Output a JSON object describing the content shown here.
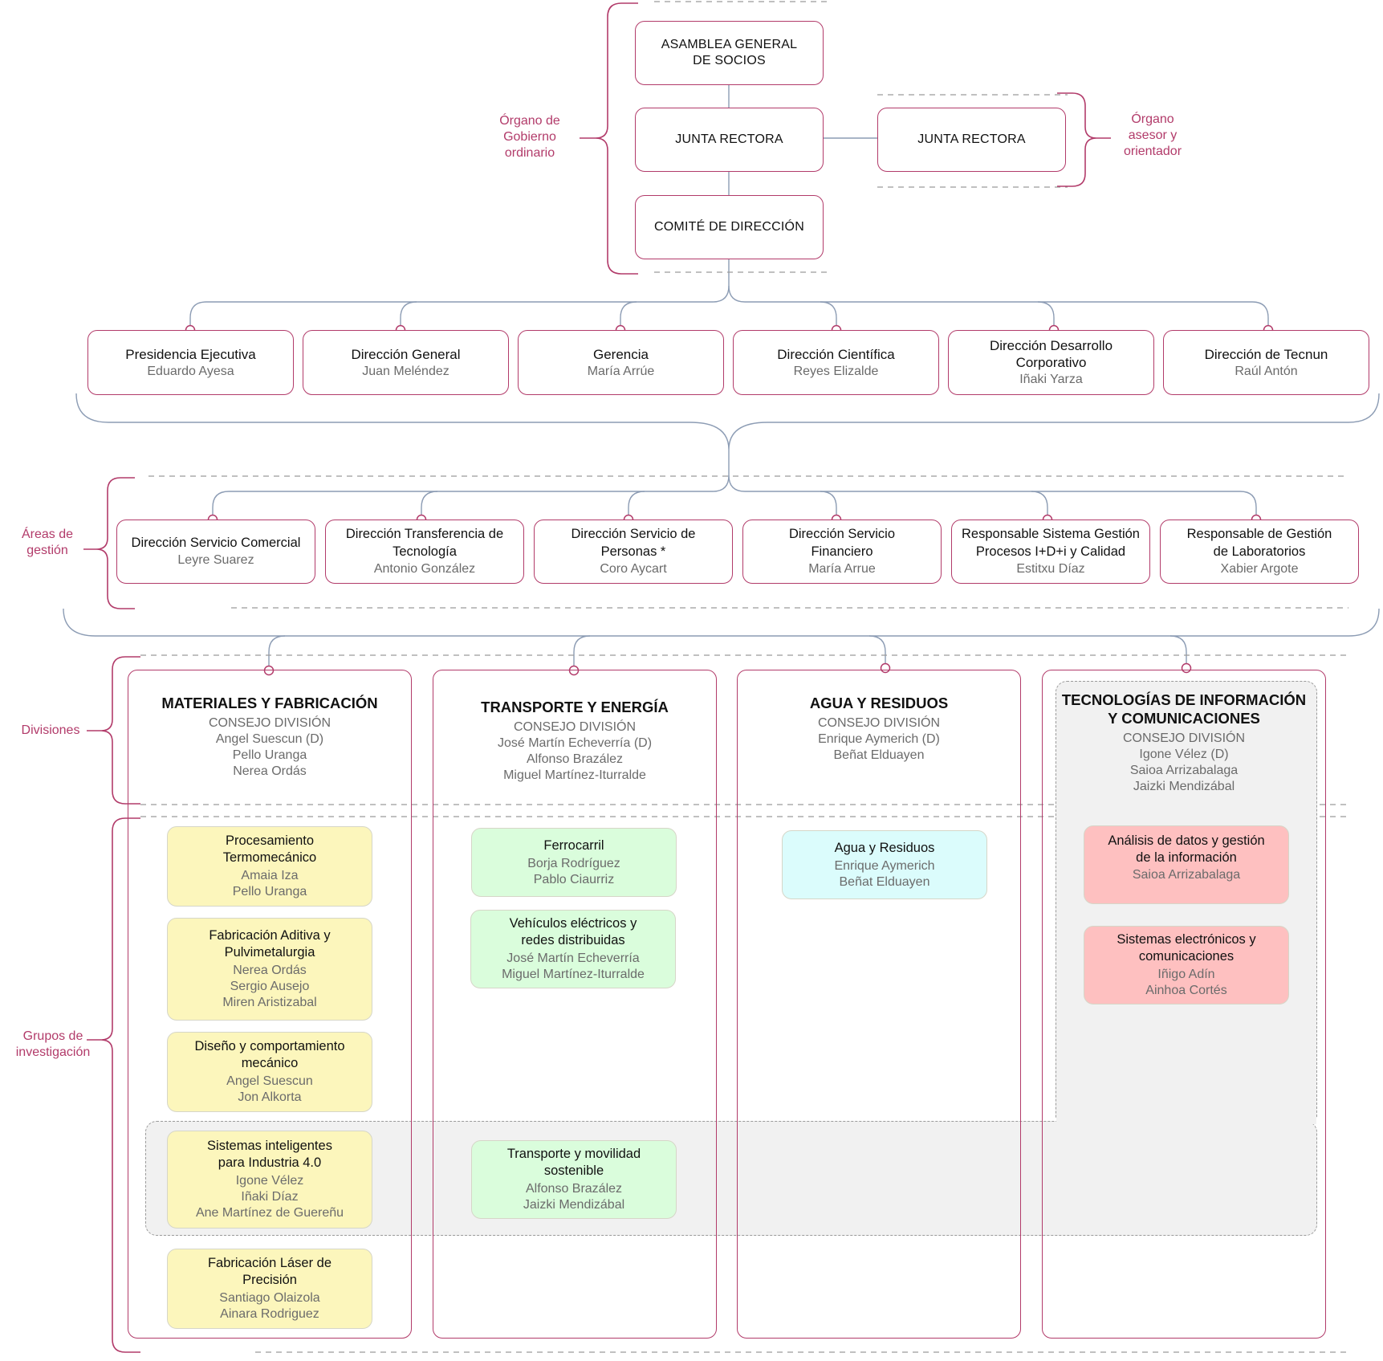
{
  "governance": {
    "asamblea": "ASAMBLEA GENERAL\nDE SOCIOS",
    "junta": "JUNTA RECTORA",
    "junta_asesora": "JUNTA RECTORA",
    "comite": "COMITÉ DE DIRECCIÓN"
  },
  "side_labels": {
    "organo_gobierno": "Órgano de\nGobierno\nordinario",
    "organo_asesor": "Órgano\nasesor y\norientador",
    "areas": "Áreas de\ngestión",
    "divisiones": "Divisiones",
    "grupos": "Grupos de\ninvestigación"
  },
  "directions": [
    {
      "title": "Presidencia Ejecutiva",
      "person": "Eduardo Ayesa"
    },
    {
      "title": "Dirección General",
      "person": "Juan Meléndez"
    },
    {
      "title": "Gerencia",
      "person": "María Arrúe"
    },
    {
      "title": "Dirección Científica",
      "person": "Reyes Elizalde"
    },
    {
      "title": "Dirección Desarrollo\nCorporativo",
      "person": "Iñaki Yarza"
    },
    {
      "title": "Dirección de Tecnun",
      "person": "Raúl Antón"
    }
  ],
  "areas": [
    {
      "title": "Dirección Servicio Comercial",
      "person": "Leyre Suarez"
    },
    {
      "title": "Dirección Transferencia de\nTecnología",
      "person": "Antonio González"
    },
    {
      "title": "Dirección Servicio de\nPersonas *",
      "person": "Coro Aycart"
    },
    {
      "title": "Dirección Servicio\nFinanciero",
      "person": "María Arrue"
    },
    {
      "title": "Responsable Sistema Gestión\nProcesos I+D+i y Calidad",
      "person": "Estitxu Díaz"
    },
    {
      "title": "Responsable de Gestión\nde Laboratorios",
      "person": "Xabier Argote"
    }
  ],
  "divisions": [
    {
      "title": "MATERIALES Y FABRICACIÓN",
      "council": "CONSEJO DIVISIÓN",
      "members": "Angel Suescun (D)\nPello Uranga\nNerea Ordás"
    },
    {
      "title": "TRANSPORTE Y ENERGÍA",
      "council": "CONSEJO DIVISIÓN",
      "members": "José Martín Echeverría (D)\nAlfonso Brazález\nMiguel Martínez-Iturralde"
    },
    {
      "title": "AGUA Y RESIDUOS",
      "council": "CONSEJO DIVISIÓN",
      "members": "Enrique Aymerich (D)\nBeñat Elduayen"
    },
    {
      "title": "TECNOLOGÍAS DE INFORMACIÓN\nY COMUNICACIONES",
      "council": "CONSEJO DIVISIÓN",
      "members": "Igone Vélez (D)\nSaioa Arrizabalaga\nJaizki Mendizábal"
    }
  ],
  "groups": {
    "g1": {
      "title": "Procesamiento\nTermomecánico",
      "people": "Amaia Iza\nPello Uranga"
    },
    "g2": {
      "title": "Fabricación Aditiva y\nPulvimetalurgia",
      "people": "Nerea Ordás\nSergio Ausejo\nMiren Aristizabal"
    },
    "g3": {
      "title": "Diseño y comportamiento\nmecánico",
      "people": "Angel Suescun\nJon Alkorta"
    },
    "g4": {
      "title": "Sistemas inteligentes\npara Industria 4.0",
      "people": "Igone Vélez\nIñaki Díaz\nAne Martínez de Guereñu"
    },
    "g5": {
      "title": "Fabricación Láser de\nPrecisión",
      "people": "Santiago Olaizola\nAinara Rodriguez"
    },
    "g6": {
      "title": "Ferrocarril",
      "people": "Borja Rodríguez\nPablo Ciaurriz"
    },
    "g7": {
      "title": "Vehículos eléctricos y\nredes distribuidas",
      "people": "José Martín Echeverría\nMiguel Martínez-Iturralde"
    },
    "g8": {
      "title": "Transporte y movilidad\nsostenible",
      "people": "Alfonso Brazález\nJaizki Mendizábal"
    },
    "g9": {
      "title": "Agua y Residuos",
      "people": "Enrique Aymerich\nBeñat Elduayen"
    },
    "g10": {
      "title": "Análisis de datos y gestión\nde la información",
      "people": "Saioa Arrizabalaga"
    },
    "g11": {
      "title": "Sistemas electrónicos y\ncomunicaciones",
      "people": "Iñigo Adín\nAinhoa Cortés"
    }
  },
  "colors": {
    "accent": "#b23b6a",
    "connector": "#8c9cb4",
    "yellow": "#fcf6bc",
    "green": "#dafddc",
    "cyan": "#dbfcfc",
    "red": "#fec0c0"
  }
}
